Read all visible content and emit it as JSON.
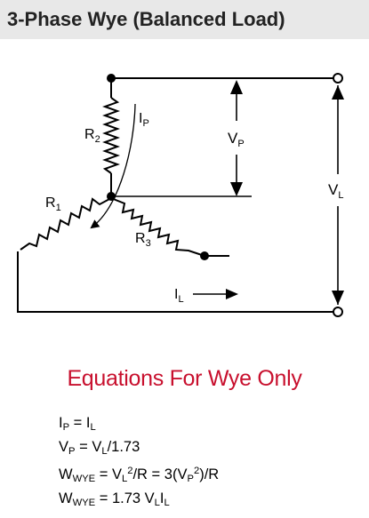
{
  "page": {
    "title": "3-Phase Wye (Balanced Load)"
  },
  "diagram": {
    "labels": {
      "r1": {
        "base": "R",
        "sub": "1"
      },
      "r2": {
        "base": "R",
        "sub": "2"
      },
      "r3": {
        "base": "R",
        "sub": "3"
      },
      "ip": {
        "base": "I",
        "sub": "P"
      },
      "il": {
        "base": "I",
        "sub": "L"
      },
      "vp": {
        "base": "V",
        "sub": "P"
      },
      "vl": {
        "base": "V",
        "sub": "L"
      }
    },
    "colors": {
      "wire": "#000000"
    }
  },
  "equations": {
    "heading": "Equations For Wye Only",
    "heading_color": "#c8102e",
    "eq1": {
      "lhs_base": "I",
      "lhs_sub": "P",
      "op": " = ",
      "rhs_base": "I",
      "rhs_sub": "L"
    },
    "eq2": {
      "lhs_base": "V",
      "lhs_sub": "P",
      "op": " = ",
      "rhs_base": "V",
      "rhs_sub": "L",
      "tail": "/1.73"
    },
    "eq3": {
      "lhs_base": "W",
      "lhs_sub": "WYE",
      "op": " = ",
      "a_base": "V",
      "a_sub": "L",
      "a_sup": "2",
      "mid": "/R = 3(",
      "b_base": "V",
      "b_sub": "P",
      "b_sup": "2",
      "tail": ")/R"
    },
    "eq4": {
      "lhs_base": "W",
      "lhs_sub": "WYE",
      "op": " = ",
      "coef": "1.73 ",
      "a_base": "V",
      "a_sub": "L",
      "b_base": "I",
      "b_sub": "L"
    }
  }
}
